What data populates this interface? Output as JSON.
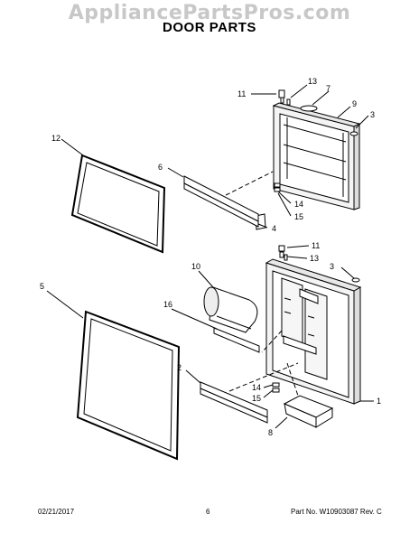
{
  "watermark": "AppliancePartsPros.com",
  "title": "DOOR PARTS",
  "callouts": {
    "c1": "1",
    "c2": "2",
    "c3a": "3",
    "c3b": "3",
    "c4": "4",
    "c5": "5",
    "c6": "6",
    "c7": "7",
    "c8": "8",
    "c9": "9",
    "c10": "10",
    "c11a": "11",
    "c11b": "11",
    "c12": "12",
    "c13a": "13",
    "c13b": "13",
    "c14a": "14",
    "c14b": "14",
    "c15a": "15",
    "c15b": "15",
    "c16": "16"
  },
  "footer": {
    "date": "02/21/2017",
    "page": "6",
    "part_no": "Part No.  W10903087  Rev.  C"
  }
}
